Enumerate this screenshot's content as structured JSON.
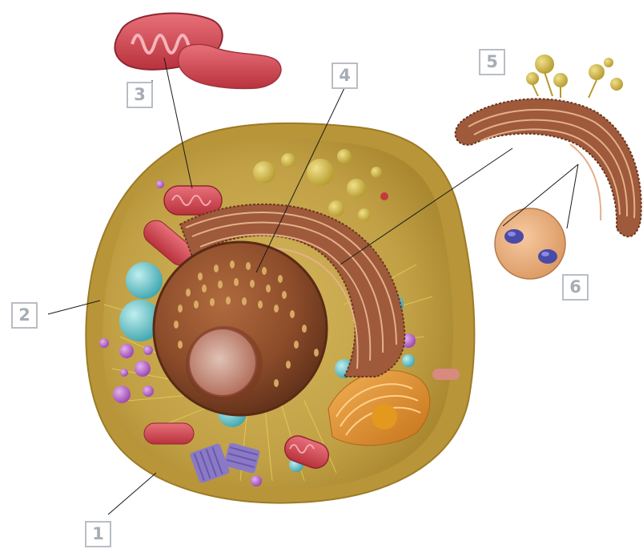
{
  "labels": {
    "l1": "1",
    "l2": "2",
    "l3": "3",
    "l4": "4",
    "l5": "5",
    "l6": "6"
  },
  "colors": {
    "cytoplasm": "#c9a84a",
    "membrane": "#a9862e",
    "nucleus": "#8a4a2a",
    "nucleolus": "#c68a78",
    "mitochondria": "#d9545e",
    "golgi": "#d88a28",
    "vacuole": "#69c3c8",
    "lysosome": "#b25cc6",
    "label_border": "#b9bec5",
    "label_text": "#a7adb5"
  }
}
